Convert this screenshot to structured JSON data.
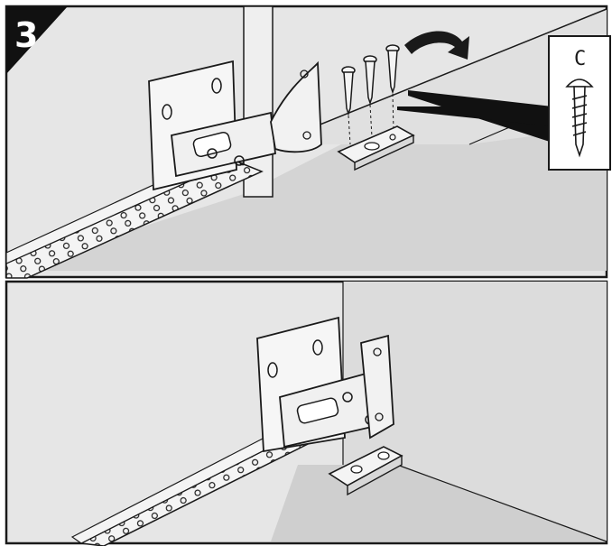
{
  "step": {
    "number": "3"
  },
  "callout": {
    "part_letter": "C"
  },
  "panels": [
    {
      "name": "top-panel",
      "description_shown": false
    },
    {
      "name": "bottom-panel",
      "description_shown": false
    }
  ],
  "colors": {
    "wall": "#e3e3e3",
    "floor": "#d0d0d0",
    "line": "#1a1a1a",
    "metal": "#f4f4f4",
    "badge": "#111111"
  },
  "icons": [
    "screw-icon",
    "curved-arrow-icon",
    "hinge-icon",
    "mounting-plate-icon",
    "drawer-rail-icon"
  ]
}
